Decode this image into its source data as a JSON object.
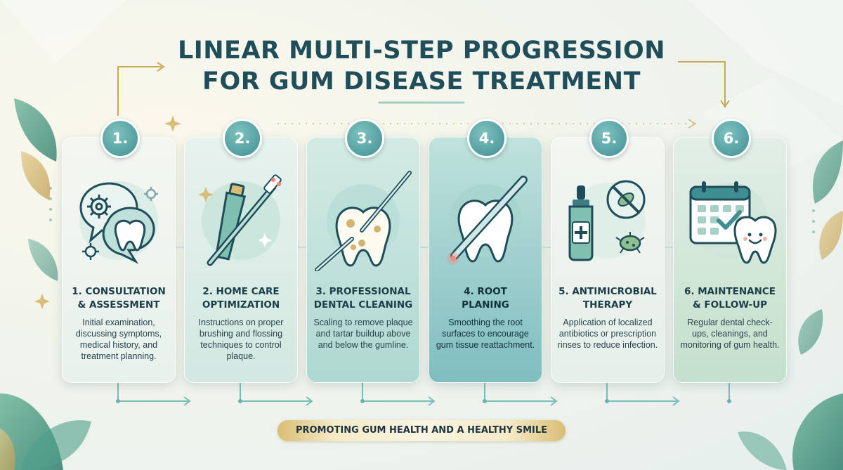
{
  "title": {
    "line1": "LINEAR MULTI-STEP PROGRESSION",
    "line2": "FOR GUM DISEASE TREATMENT"
  },
  "steps": [
    {
      "badge": "1.",
      "title_line1": "1. CONSULTATION",
      "title_line2": "& ASSESSMENT",
      "desc": "Initial examination, discussing symptoms, medical history, and treatment planning.",
      "icon": "consultation-tooth-gears-icon"
    },
    {
      "badge": "2.",
      "title_line1": "2. HOME CARE",
      "title_line2": "OPTIMIZATION",
      "desc": "Instructions on proper brushing and flossing techniques to control plaque.",
      "icon": "toothpaste-toothbrush-icon"
    },
    {
      "badge": "3.",
      "title_line1": "3. PROFESSIONAL",
      "title_line2": "DENTAL CLEANING",
      "desc": "Scaling to remove plaque and tartar buildup above and below the gumline.",
      "icon": "tooth-scaler-icon"
    },
    {
      "badge": "4.",
      "title_line1": "4. ROOT",
      "title_line2": "PLANING",
      "desc": "Smoothing the root surfaces to encourage gum tissue reattachment.",
      "icon": "tooth-root-planing-icon"
    },
    {
      "badge": "5.",
      "title_line1": "5. ANTIMICROBIAL",
      "title_line2": "THERAPY",
      "desc": "Application of localized antibiotics or prescription rinses to reduce infection.",
      "icon": "dropper-bottle-bacteria-icon"
    },
    {
      "badge": "6.",
      "title_line1": "6. MAINTENANCE",
      "title_line2": "& FOLLOW-UP",
      "desc": "Regular dental check-ups, cleanings, and monitoring of gum health.",
      "icon": "calendar-happy-tooth-icon"
    }
  ],
  "footer": "PROMOTING GUM HEALTH AND A HEALTHY SMILE",
  "colors": {
    "title": "#1f4d5a",
    "badge": "#4e9c9d",
    "gold_accent": "#c9a85a",
    "card_tints": [
      "#eef4ee",
      "#dbece6",
      "#c7e6e0",
      "#a9d3d4",
      "#eef3ee",
      "#d6e8da"
    ]
  }
}
